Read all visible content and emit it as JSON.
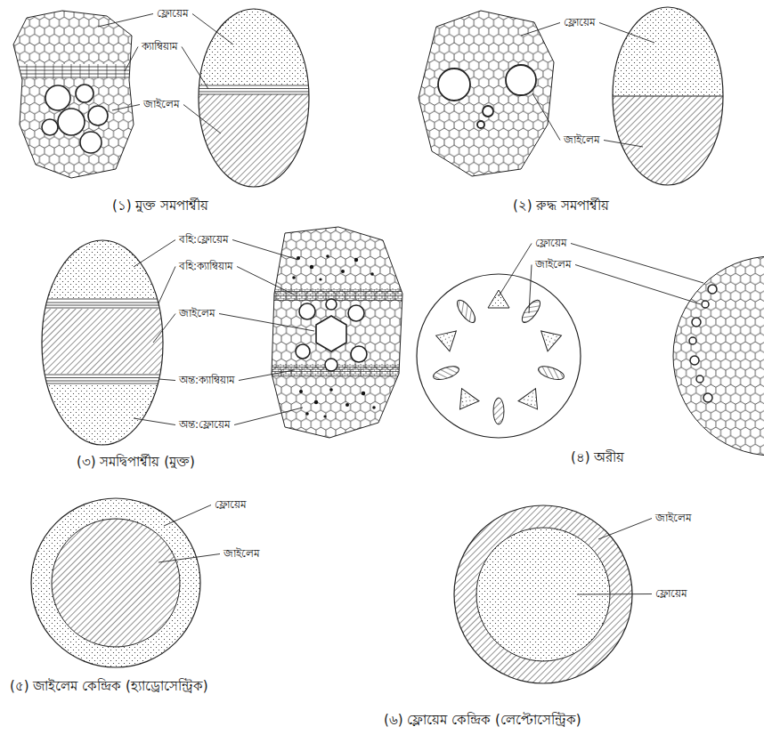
{
  "diagram": {
    "labels": [
      "ফ্লোয়েম",
      "ক্যাম্বিয়াম",
      "জাইলেম",
      "(১) মুক্ত সমপার্শ্বীয়",
      "ফ্লোয়েম",
      "জাইলেম",
      "(২) রুদ্ধ সমপার্শ্বীয়",
      "বহি:ফ্লোয়েম",
      "বহি:ক্যাম্বিয়াম",
      "জাইলেম",
      "অন্ত:ক্যাম্বিয়াম",
      "অন্ত:ফ্লোয়েম",
      "(৩) সমদ্বিপার্শ্বীয় (মুক্ত)",
      "ফ্লোয়েম",
      "জাইলেম",
      "(৪) অরীয়",
      "ফ্লোয়েম",
      "জাইলেম",
      "(৫) জাইলেম কেন্দ্রিক (হ্যাড্রোসেন্ট্রিক)",
      "জাইলেম",
      "ফ্লোয়েম",
      "(৬) ফ্লোয়েম কেন্দ্রিক (লেপ্টোসেন্ট্রিক)"
    ]
  }
}
